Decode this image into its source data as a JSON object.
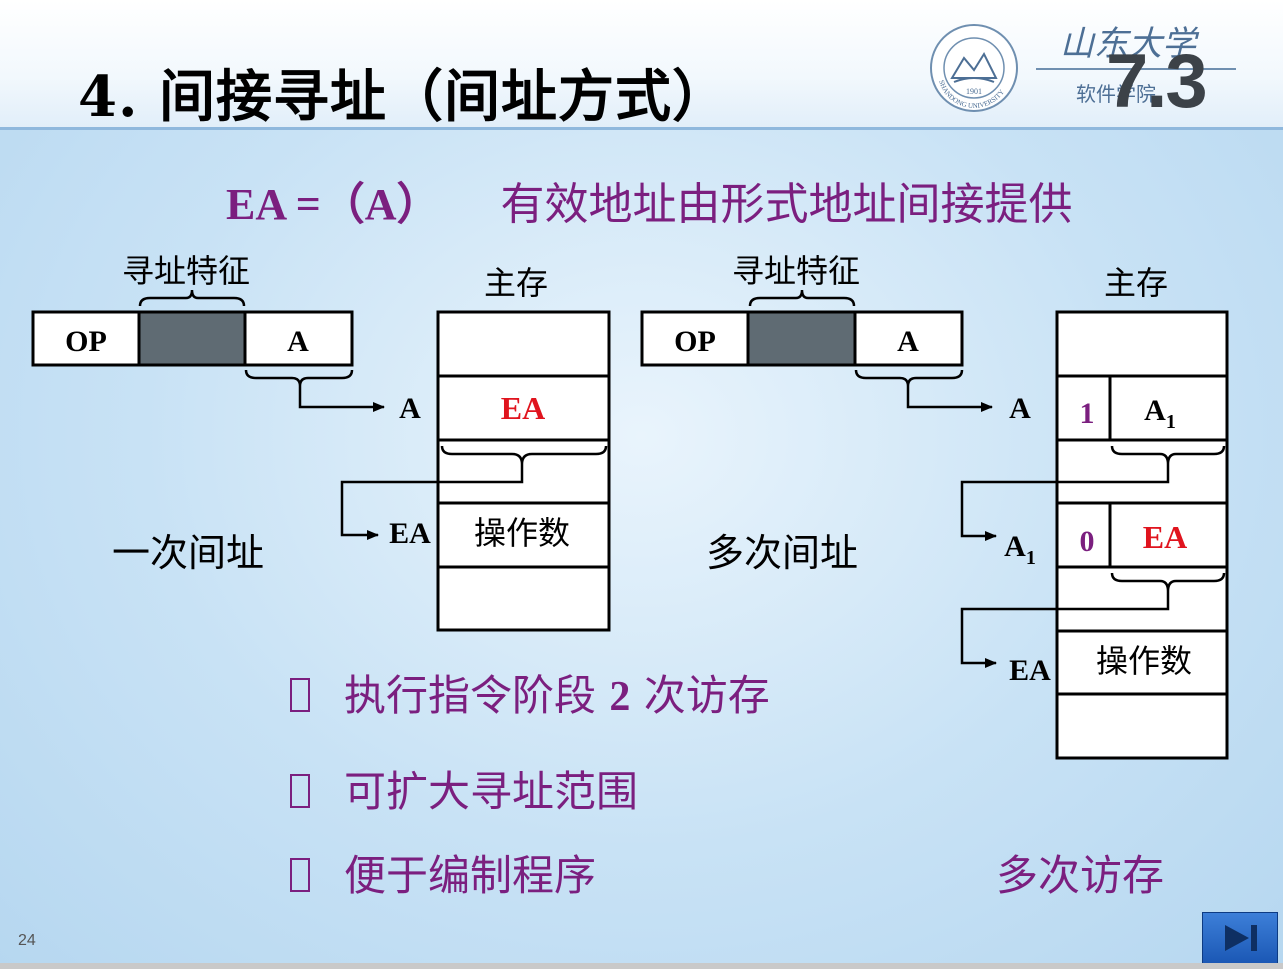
{
  "slide": {
    "title": "4. 间接寻址（间址方式）",
    "formula_lhs": "EA =（A）",
    "formula_rhs": "有效地址由形式地址间接提供",
    "page_number": "24"
  },
  "logo": {
    "seal_year": "1901",
    "seal_text": "SHANDONG UNIVERSITY",
    "school_script": "山东大学",
    "department": "软件学院",
    "section_number": "7.3"
  },
  "left_diagram": {
    "feature_label": "寻址特征",
    "memory_label": "主存",
    "op_field": "OP",
    "addr_field": "A",
    "row_a_label": "A",
    "row_a_value": "EA",
    "row_ea_label": "EA",
    "row_ea_value": "操作数",
    "mode_label": "一次间址"
  },
  "right_diagram": {
    "feature_label": "寻址特征",
    "memory_label": "主存",
    "op_field": "OP",
    "addr_field": "A",
    "row_a_label": "A",
    "row1_flag": "1",
    "row1_value": "A",
    "row1_value_sub": "1",
    "row_a1_label": "A",
    "row_a1_label_sub": "1",
    "row2_flag": "0",
    "row2_value": "EA",
    "row_ea_label": "EA",
    "row_ea_value": "操作数",
    "mode_label": "多次间址"
  },
  "bullets": [
    {
      "prefix": "执行指令阶段 ",
      "number": "2",
      "suffix": " 次访存"
    },
    {
      "text": "可扩大寻址范围"
    },
    {
      "text": "便于编制程序"
    }
  ],
  "note": "多次访存",
  "colors": {
    "purple": "#7b1f7f",
    "red": "#e0141e",
    "gray_field": "#5f6b73",
    "nav_blue": "#2563c4"
  }
}
